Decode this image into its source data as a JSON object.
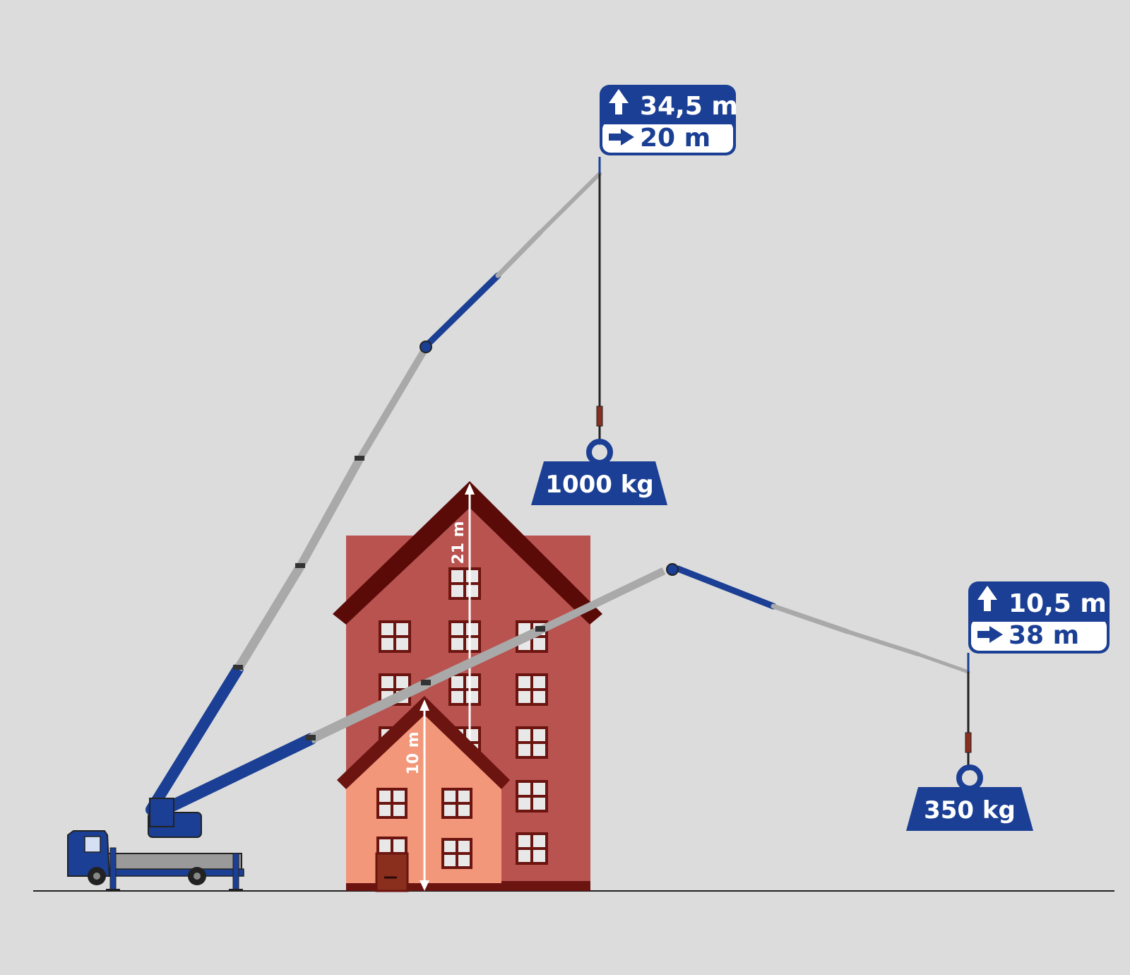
{
  "config_high": {
    "height": "34,5 m",
    "reach": "20 m",
    "load": "1000 kg"
  },
  "config_low": {
    "height": "10,5 m",
    "reach": "38 m",
    "load": "350 kg"
  },
  "buildings": {
    "tall_height": "21 m",
    "small_height": "10 m"
  },
  "colors": {
    "background": "#dcdcdc",
    "brand_blue": "#1b3f94",
    "boom_grey": "#a9a9a9",
    "tall_building": "#b85350",
    "tall_roof": "#5a0b08",
    "small_building": "#f2977a",
    "window": "#6b1410",
    "door": "#8a2e1e"
  },
  "icons": {
    "height": "arrow-up-icon",
    "reach": "arrow-right-icon",
    "load": "weight-icon"
  }
}
